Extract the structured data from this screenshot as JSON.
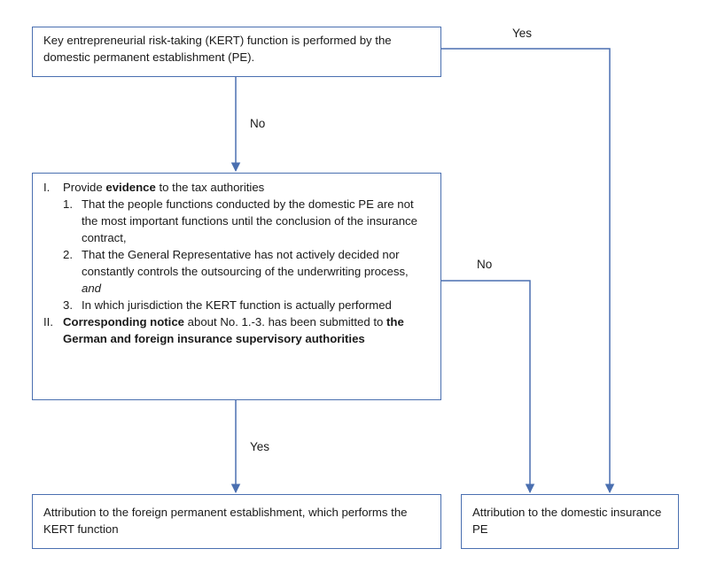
{
  "nodes": {
    "kert_question": "Key entrepreneurial risk-taking (KERT) function is performed by the domestic permanent establishment (PE).",
    "evidence": {
      "section1": {
        "num": "I.",
        "pre": "Provide ",
        "bold": "evidence",
        "post": " to the tax authorities"
      },
      "items": [
        {
          "num": "1.",
          "text": "That the people functions conducted by the domestic PE are not the most important functions until the conclusion of the insurance contract,"
        },
        {
          "num": "2.",
          "text": "That the General Representative has not actively decided nor constantly controls the outsourcing of the underwriting process,",
          "italic": "and"
        },
        {
          "num": "3.",
          "text": "In which jurisdiction the KERT function is actually performed"
        }
      ],
      "section2": {
        "num": "II.",
        "bold1": "Corresponding notice",
        "mid": " about No. 1.-3. has been submitted to ",
        "bold2": "the German and foreign insurance supervisory authorities"
      }
    },
    "foreign_attribution": "Attribution to the foreign permanent establishment, which performs the KERT function",
    "domestic_attribution": "Attribution to the domestic insurance PE"
  },
  "edges": {
    "kert_yes": "Yes",
    "kert_no": "No",
    "evidence_no": "No",
    "evidence_yes": "Yes"
  },
  "colors": {
    "line": "#4a6fb0"
  }
}
